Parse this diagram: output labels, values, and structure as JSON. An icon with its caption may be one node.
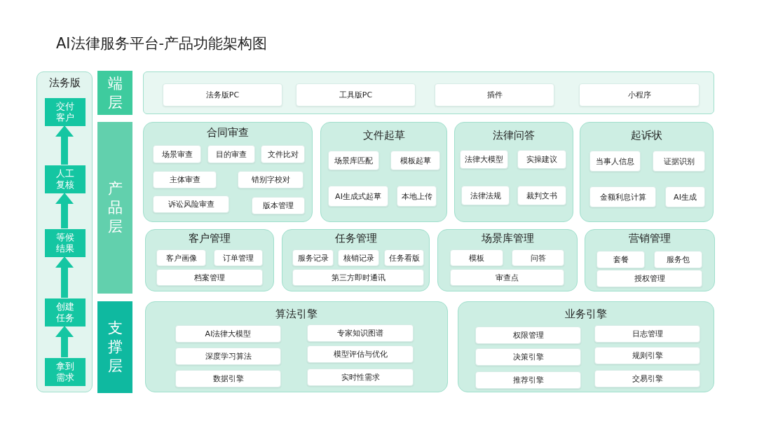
{
  "diagram": {
    "title": "AI法律服务平台-产品功能架构图",
    "nodes": [
      {
        "text": [
          "法务版"
        ]
      },
      {
        "text": [
          "交付客户"
        ],
        "in": 0
      },
      {
        "text": [
          "人工复核"
        ],
        "in": 0
      },
      {
        "text": [
          "等候结果"
        ],
        "in": 0
      },
      {
        "text": [
          "创建任务"
        ],
        "in": 0
      },
      {
        "text": [
          "拿到需求"
        ],
        "in": 0
      },
      {
        "text": [
          "端层"
        ]
      },
      {
        "text": [
          "产品层"
        ]
      },
      {
        "text": [
          "支撑层"
        ]
      },
      {
        "text": [],
        "shape": "box"
      },
      {
        "text": [
          "法务版PC"
        ],
        "in": 9
      },
      {
        "text": [
          "工具版PC"
        ],
        "in": 9
      },
      {
        "text": [
          "插件"
        ],
        "in": 9
      },
      {
        "text": [
          "小程序"
        ],
        "in": 9
      },
      {
        "text": [
          "合同审查"
        ]
      },
      {
        "text": [
          "场景审查"
        ],
        "in": 14
      },
      {
        "text": [
          "目的审查"
        ],
        "in": 14
      },
      {
        "text": [
          "文件比对"
        ],
        "in": 14
      },
      {
        "text": [
          "主体审查"
        ],
        "in": 14
      },
      {
        "text": [
          "错别字校对"
        ],
        "in": 14
      },
      {
        "text": [
          "诉讼风险审查"
        ],
        "in": 14
      },
      {
        "text": [
          "版本管理"
        ],
        "in": 14
      },
      {
        "text": [
          "文件起草"
        ]
      },
      {
        "text": [
          "场景库匹配"
        ],
        "in": 22
      },
      {
        "text": [
          "模板起草"
        ],
        "in": 22
      },
      {
        "text": [
          "AI生成式起草"
        ],
        "in": 22
      },
      {
        "text": [
          "本地上传"
        ],
        "in": 22
      },
      {
        "text": [
          "法律问答"
        ]
      },
      {
        "text": [
          "法律大模型"
        ],
        "in": 27
      },
      {
        "text": [
          "实操建议"
        ],
        "in": 27
      },
      {
        "text": [
          "法律法规"
        ],
        "in": 27
      },
      {
        "text": [
          "裁判文书"
        ],
        "in": 27
      },
      {
        "text": [
          "起诉状"
        ]
      },
      {
        "text": [
          "当事人信息"
        ],
        "in": 32
      },
      {
        "text": [
          "证据识别"
        ],
        "in": 32
      },
      {
        "text": [
          "金额利息计算"
        ],
        "in": 32
      },
      {
        "text": [
          "AI生成"
        ],
        "in": 32
      },
      {
        "text": [
          "客户管理"
        ]
      },
      {
        "text": [
          "客户画像"
        ],
        "in": 37
      },
      {
        "text": [
          "订单管理"
        ],
        "in": 37
      },
      {
        "text": [
          "档案管理"
        ],
        "in": 37
      },
      {
        "text": [
          "任务管理"
        ]
      },
      {
        "text": [
          "服务记录"
        ],
        "in": 41
      },
      {
        "text": [
          "核销记录"
        ],
        "in": 41
      },
      {
        "text": [
          "任务看版"
        ],
        "in": 41
      },
      {
        "text": [
          "第三方即时通讯"
        ],
        "in": 41
      },
      {
        "text": [
          "场景库管理"
        ]
      },
      {
        "text": [
          "模板"
        ],
        "in": 46
      },
      {
        "text": [
          "问答"
        ],
        "in": 46
      },
      {
        "text": [
          "审查点"
        ],
        "in": 46
      },
      {
        "text": [
          "营销管理"
        ]
      },
      {
        "text": [
          "套餐"
        ],
        "in": 50
      },
      {
        "text": [
          "服务包"
        ],
        "in": 50
      },
      {
        "text": [
          "授权管理"
        ],
        "in": 50
      },
      {
        "text": [
          "算法引擎"
        ]
      },
      {
        "text": [
          "AI法律大模型"
        ],
        "in": 54
      },
      {
        "text": [
          "专家知识图谱"
        ],
        "in": 54
      },
      {
        "text": [
          "深度学习算法"
        ],
        "in": 54
      },
      {
        "text": [
          "模型评估与优化"
        ],
        "in": 54
      },
      {
        "text": [
          "数据引擎"
        ],
        "in": 54
      },
      {
        "text": [
          "实时性需求"
        ],
        "in": 54
      },
      {
        "text": [
          "业务引擎"
        ]
      },
      {
        "text": [
          "权限管理"
        ],
        "in": 61
      },
      {
        "text": [
          "日志管理"
        ],
        "in": 61
      },
      {
        "text": [
          "决策引擎"
        ],
        "in": 61
      },
      {
        "text": [
          "规则引擎"
        ],
        "in": 61
      },
      {
        "text": [
          "推荐引擎"
        ],
        "in": 61
      },
      {
        "text": [
          "交易引擎"
        ],
        "in": 61
      }
    ],
    "edges": [
      {
        "from": 5,
        "to": 4,
        "arrow": "to"
      },
      {
        "from": 4,
        "to": 3,
        "arrow": "to"
      },
      {
        "from": 3,
        "to": 2,
        "arrow": "to"
      },
      {
        "from": 2,
        "to": 1,
        "arrow": "to"
      }
    ]
  }
}
